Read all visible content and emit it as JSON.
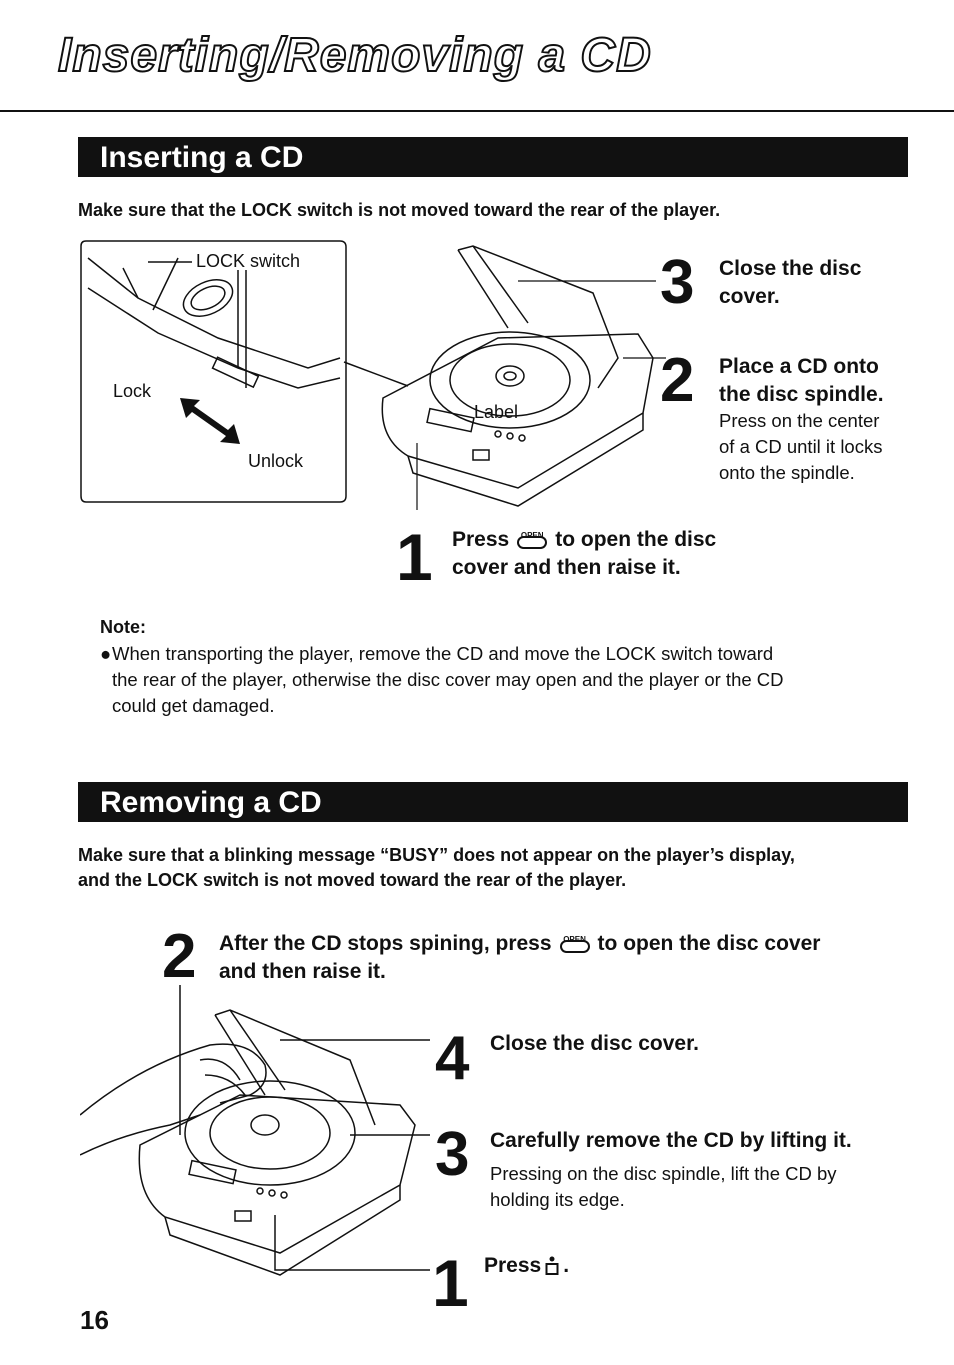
{
  "page": {
    "title": "Inserting/Removing a CD",
    "page_number": "16"
  },
  "inserting": {
    "heading": "Inserting a CD",
    "lead": "Make sure that the LOCK switch is not moved toward the rear of the player.",
    "figure": {
      "lock_switch_label": "LOCK switch",
      "lock_label": "Lock",
      "unlock_label": "Unlock",
      "disc_label": "Label"
    },
    "steps": [
      {
        "num": "3",
        "title_line1": "Close the disc",
        "title_line2": "cover."
      },
      {
        "num": "2",
        "title_line1": "Place a CD onto",
        "title_line2": "the disc spindle.",
        "body_lines": [
          "Press on the center",
          "of a CD until it locks",
          "onto the spindle."
        ]
      },
      {
        "num": "1",
        "press": "Press",
        "after": "to open the disc",
        "line2": "cover and then raise it."
      }
    ]
  },
  "note": {
    "heading": "Note:",
    "bullet": "●",
    "lines": [
      "When transporting the player, remove the CD and move the LOCK switch toward",
      "the rear of the player, otherwise the disc cover may open and the player or the CD",
      "could get damaged."
    ]
  },
  "removing": {
    "heading": "Removing a CD",
    "lead_lines": [
      "Make sure that a blinking message “BUSY” does not appear on the player’s display,",
      "and the LOCK switch is not moved toward the rear of the player."
    ],
    "steps": [
      {
        "num": "2",
        "before": "After the CD stops spining, press",
        "after": "to open the disc cover",
        "line2": "and then raise it."
      },
      {
        "num": "4",
        "title": "Close the disc cover."
      },
      {
        "num": "3",
        "title": "Carefully remove the CD by lifting it.",
        "body_lines": [
          "Pressing on the disc spindle, lift the CD by",
          "holding its edge."
        ]
      },
      {
        "num": "1",
        "press": "Press",
        "after": "."
      }
    ]
  },
  "buttons": {
    "open_label": "OPEN"
  }
}
